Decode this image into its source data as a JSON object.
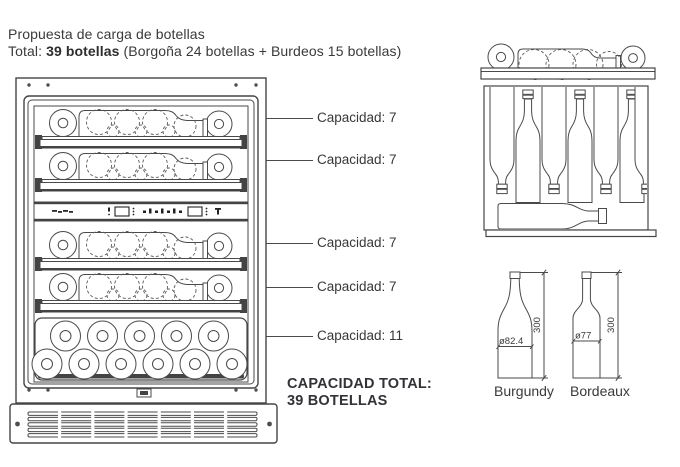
{
  "colors": {
    "line": "#4a4a4a",
    "text": "#3a3a3a",
    "heading_dark": "#323237"
  },
  "header": {
    "title": "Propuesta de carga de botellas",
    "total_label": "Total: ",
    "total_value": "39 botellas",
    "total_detail": " (Borgoña 24 botellas + Burdeos 15 botellas)"
  },
  "shelf_capacities": [
    "Capacidad: 7",
    "Capacidad: 7",
    "Capacidad: 7",
    "Capacidad: 7",
    "Capacidad: 11"
  ],
  "total_capacity": {
    "line1": "CAPACIDAD TOTAL:",
    "line2": "39 BOTELLAS"
  },
  "bottle_types": {
    "burgundy": {
      "label": "Burgundy",
      "diameter": "ø82.4",
      "height": "300"
    },
    "bordeaux": {
      "label": "Bordeaux",
      "diameter": "ø77",
      "height": "300"
    }
  }
}
